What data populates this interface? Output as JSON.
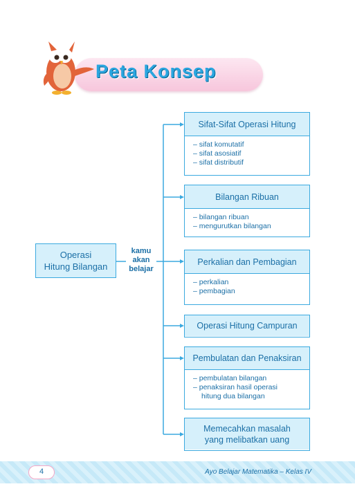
{
  "banner": {
    "title": "Peta Konsep"
  },
  "main": {
    "line1": "Operasi",
    "line2": "Hitung Bilangan",
    "connector": [
      "kamu",
      "akan",
      "belajar"
    ]
  },
  "topics": [
    {
      "title": "Sifat-Sifat Operasi Hitung",
      "items": [
        "–  sifat komutatif",
        "–  sifat asosiatif",
        "–  sifat distributif"
      ]
    },
    {
      "title": "Bilangan Ribuan",
      "items": [
        "–  bilangan ribuan",
        "–  mengurutkan bilangan"
      ]
    },
    {
      "title": "Perkalian dan Pembagian",
      "items": [
        "–  perkalian",
        "–  pembagian"
      ]
    },
    {
      "title": "Operasi Hitung Campuran"
    },
    {
      "title": "Pembulatan dan Penaksiran",
      "items": [
        "–  pembulatan bilangan",
        "–  penaksiran hasil operasi",
        "hitung dua bilangan"
      ]
    },
    {
      "title": "Memecahkan masalah",
      "title2": "yang melibatkan uang"
    }
  ],
  "footer": {
    "page_number": "4",
    "book_title": "Ayo Belajar Matematika – Kelas IV"
  },
  "colors": {
    "accent": "#3aa9df",
    "header_fill": "#d6f0fb",
    "text": "#1b6fa6",
    "banner_pink": "#f7c6dc"
  }
}
